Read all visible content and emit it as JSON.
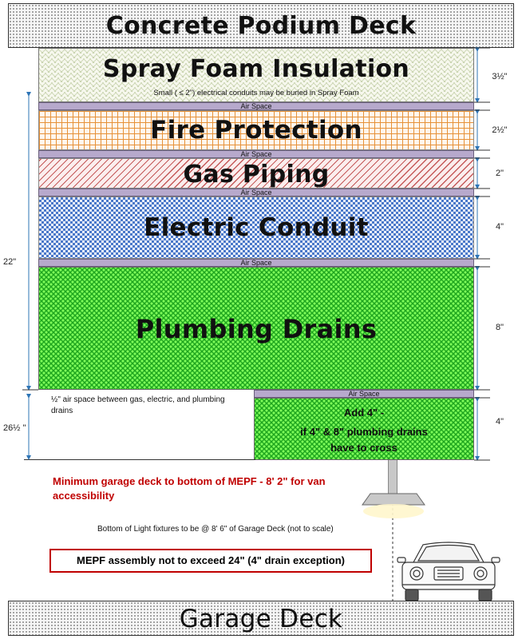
{
  "top_deck": {
    "label": "Concrete Podium Deck"
  },
  "bottom_deck": {
    "label": "Garage Deck"
  },
  "layers": {
    "spray_foam": {
      "label": "Spray Foam Insulation",
      "note": "Small ( ≤ 2\") electrical conduits may be buried in Spray Foam",
      "dim": "3½\""
    },
    "fire": {
      "label": "Fire Protection",
      "dim": "2½\""
    },
    "gas": {
      "label": "Gas Piping",
      "dim": "2\""
    },
    "electric": {
      "label": "Electric Conduit",
      "dim": "4\""
    },
    "plumbing": {
      "label": "Plumbing Drains",
      "dim": "8\""
    },
    "add4": {
      "line1": "Add 4\" -",
      "line2": "if 4\" & 8\" plumbing drains",
      "line3": "have to cross",
      "dim": "4\""
    }
  },
  "air_space_label": "Air Space",
  "left_dims": {
    "total_22": "22\"",
    "total_26": "26½ \""
  },
  "notes": {
    "air_space_note": "½\" air space between gas, electric, and plumbing drains",
    "min_garage": "Minimum garage deck to bottom of MEPF - 8' 2\" for van accessibility",
    "light_fixture": "Bottom of Light fixtures to be @ 8' 6\" of Garage Deck (not to scale)",
    "mepf_limit": "MEPF assembly not to exceed 24\" (4\" drain exception)"
  },
  "colors": {
    "red_text": "#c00000",
    "air_space": "#b7a9cc",
    "plumbing_green": "#22c322",
    "electric_blue": "#4a78c9",
    "gas_hatch": "#c55a5a",
    "fire_grid": "#e69138",
    "foam_zigzag": "#b9c99a"
  },
  "icons": [
    "light-fixture-icon",
    "car-front-icon"
  ]
}
